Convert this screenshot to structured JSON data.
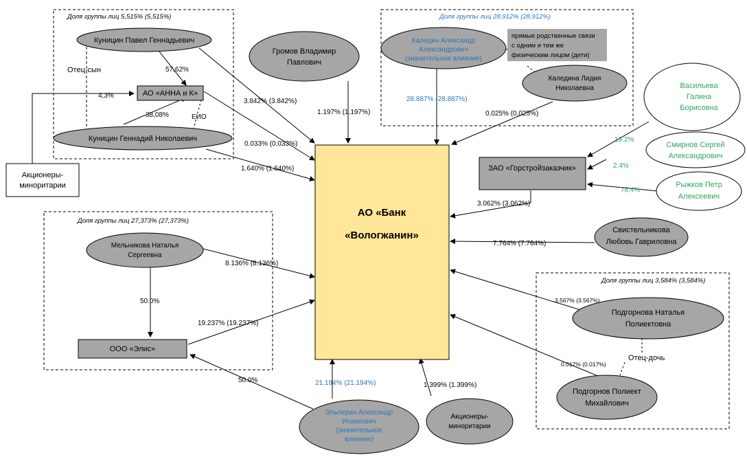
{
  "groups": {
    "kunitsin": {
      "caption": "Доля группы лиц  5,515% (5,515%)"
    },
    "kaledin": {
      "caption": "Доля группы лиц  28,912% (28,912%)"
    },
    "melnikova": {
      "caption": "Доля группы лиц  27,373% (27,373%)"
    },
    "podgornova": {
      "caption": "Доля группы лиц  3,584% (3,584%)"
    }
  },
  "bank": {
    "line1": "АО «Банк",
    "line2": "«Вологжанин»"
  },
  "nodes": {
    "kunitsin_pavel": "Куницин Павел Геннадьевич",
    "kunitsin_gennadiy": "Куницин Геннадий Николаевич",
    "anna_k": "АО «АННА и К»",
    "minority_left": [
      "Акционеры-",
      "миноритарии"
    ],
    "gromov": [
      "Громов Владимир",
      "Павлович"
    ],
    "kaledin": [
      "Каледин Александр",
      "Александрович",
      "(значительное влияние)"
    ],
    "kaledina": [
      "Каледина Лидия",
      "Николаевна"
    ],
    "kaledin_note": [
      "прямые родственные связи",
      "с одним и тем же",
      "физическим лицом (дети)"
    ],
    "vasilyeva": [
      "Васильева",
      "Галина",
      "Борисовна"
    ],
    "smirnov": [
      "Смирнов Сергей",
      "Александрович"
    ],
    "ryzhkov": [
      "Рыжков Петр",
      "Алексеевич"
    ],
    "gorstroy": "ЗАО  «Горстройзаказчик»",
    "svistelnikova": [
      "Свистельникова",
      "Любовь Гавриловна"
    ],
    "melnikova": [
      "Мельникова Наталья",
      "Сергеевна"
    ],
    "elis": "ООО «Элис»",
    "elperin": [
      "Эльперин Александр",
      "Исаакович",
      "(значительное",
      "влияние)"
    ],
    "minority_bottom": [
      "Акционеры-",
      "миноритарии"
    ],
    "podgornova": [
      "Подгорнова Наталья",
      "Полиектовна"
    ],
    "podgornov": [
      "Подгорнов Полиект",
      "Михайлович"
    ]
  },
  "labels": {
    "father_son": "Отец-сын",
    "pct_57": "57,62%",
    "pct_4_3": "4,3%",
    "pct_38": "38,08%",
    "eio": "ЕИО",
    "pct_3842": "3.842% (3.842%)",
    "pct_0033": "0.033% (0.033%)",
    "pct_1640": "1.640% (1.640%)",
    "pct_1197": "1.197% (1.197%)",
    "pct_28887": "28.887% (28.887%)",
    "pct_0025": "0,025% (0,025%)",
    "pct_19_2": "19.2%",
    "pct_2_4": "2.4%",
    "pct_78_4": "78,4%",
    "pct_3062": "3.062% (3.062%)",
    "pct_7764": "7.764% (7.764%)",
    "pct_8136": "8.136% (8.136%)",
    "pct_50_a": "50.0%",
    "pct_19237": "19.237% (19.237%)",
    "pct_50_b": "50.0%",
    "pct_21194": "21.194% (21.194%)",
    "pct_1399": "1.399% (1.399%)",
    "pct_3567": "3.567% (3.567%)",
    "pct_0017": "0.017% (0.017%)",
    "father_daughter": "Отец-дочь"
  },
  "colors": {
    "ellipse_fill": "#A6A6A6",
    "box_fill": "#A6A6A6",
    "bank_fill": "#FFE699",
    "blue_text": "#2E75B6",
    "green_text": "#2EA85A"
  }
}
